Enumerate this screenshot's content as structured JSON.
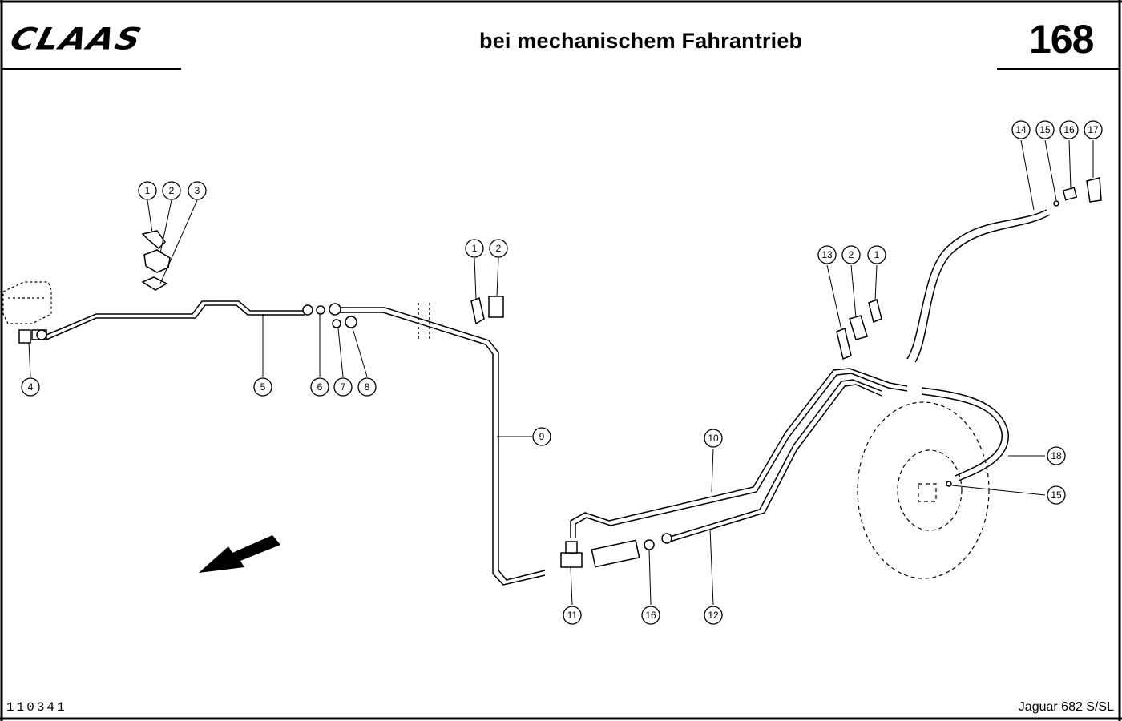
{
  "header": {
    "brand": "CLAAS",
    "title": "bei mechanischem Fahrantrieb",
    "page_number": "168"
  },
  "footer": {
    "drawing_number": "110341",
    "model": "Jaguar 682 S/SL"
  },
  "diagram": {
    "callouts": [
      {
        "id": "c1a",
        "label": "1"
      },
      {
        "id": "c2a",
        "label": "2"
      },
      {
        "id": "c3",
        "label": "3"
      },
      {
        "id": "c4",
        "label": "4"
      },
      {
        "id": "c5",
        "label": "5"
      },
      {
        "id": "c6",
        "label": "6"
      },
      {
        "id": "c7",
        "label": "7"
      },
      {
        "id": "c8",
        "label": "8"
      },
      {
        "id": "c9",
        "label": "9"
      },
      {
        "id": "c1b",
        "label": "1"
      },
      {
        "id": "c2b",
        "label": "2"
      },
      {
        "id": "c10",
        "label": "10"
      },
      {
        "id": "c11",
        "label": "11"
      },
      {
        "id": "c12",
        "label": "12"
      },
      {
        "id": "c13",
        "label": "13"
      },
      {
        "id": "c2c",
        "label": "2"
      },
      {
        "id": "c1c",
        "label": "1"
      },
      {
        "id": "c14",
        "label": "14"
      },
      {
        "id": "c15a",
        "label": "15"
      },
      {
        "id": "c16a",
        "label": "16"
      },
      {
        "id": "c17",
        "label": "17"
      },
      {
        "id": "c16b",
        "label": "16"
      },
      {
        "id": "c18",
        "label": "18"
      },
      {
        "id": "c15b",
        "label": "15"
      }
    ]
  }
}
